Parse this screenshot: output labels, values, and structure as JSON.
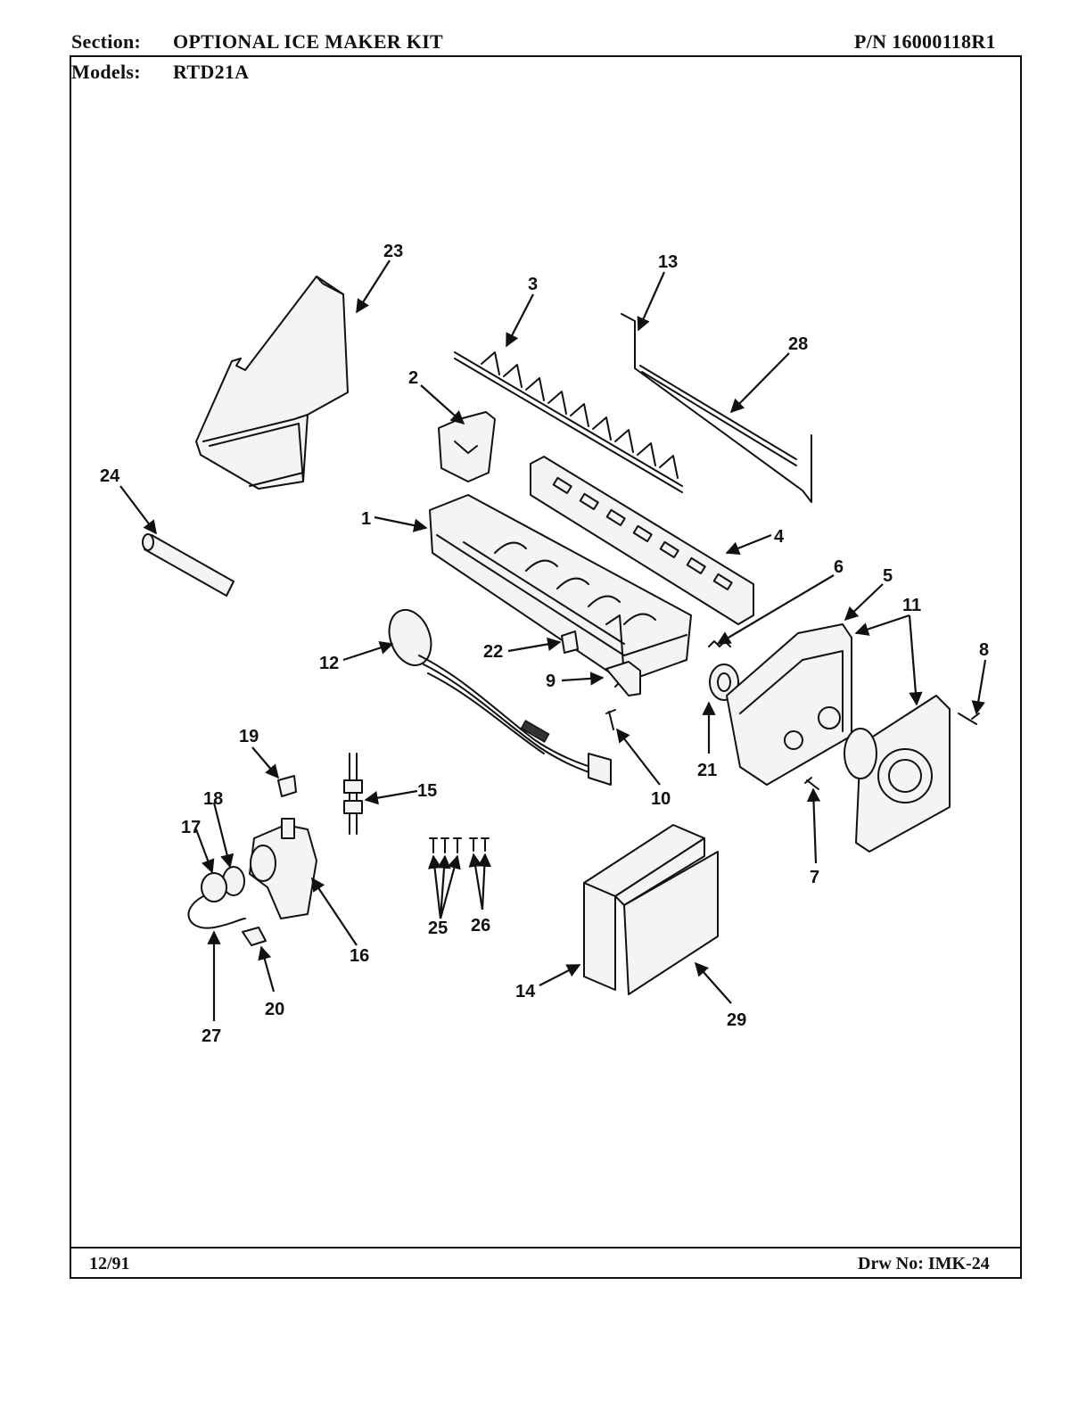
{
  "header": {
    "section_label": "Section:",
    "section_value": "OPTIONAL ICE MAKER KIT",
    "part_number": "P/N 16000118R1",
    "models_label": "Models:",
    "models_value": "RTD21A"
  },
  "footer": {
    "date": "12/91",
    "drawing_number": "Drw No: IMK-24"
  },
  "callouts": {
    "c1": "1",
    "c2": "2",
    "c3": "3",
    "c4": "4",
    "c5": "5",
    "c6": "6",
    "c7": "7",
    "c8": "8",
    "c9": "9",
    "c10": "10",
    "c11": "11",
    "c12": "12",
    "c13": "13",
    "c14": "14",
    "c15": "15",
    "c16": "16",
    "c17": "17",
    "c18": "18",
    "c19": "19",
    "c20": "20",
    "c21": "21",
    "c22": "22",
    "c23": "23",
    "c24": "24",
    "c25": "25",
    "c26": "26",
    "c27": "27",
    "c28": "28",
    "c29": "29"
  }
}
